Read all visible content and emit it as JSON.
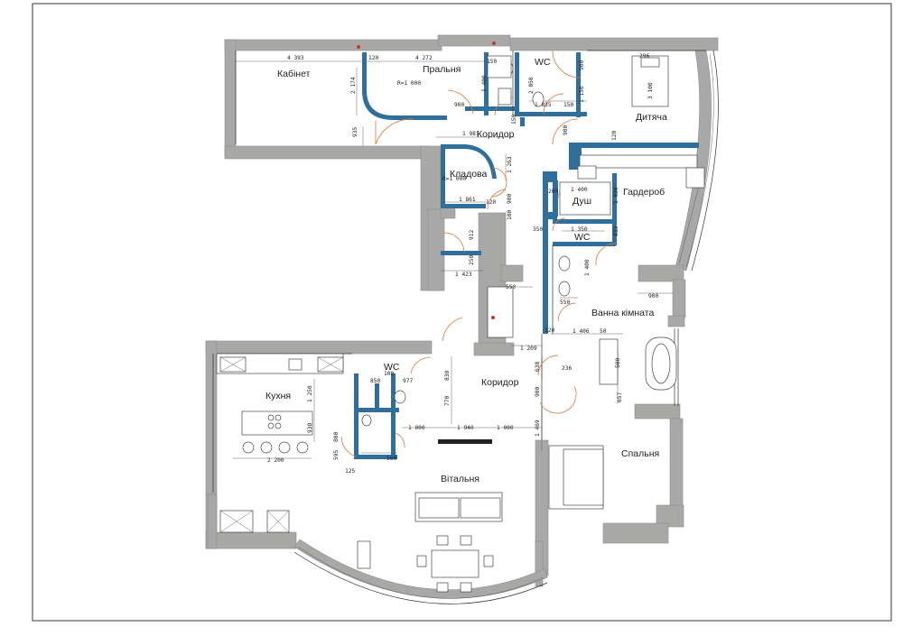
{
  "rooms": {
    "kabinet": "Кабінет",
    "pralnia": "Пральня",
    "wc1": "WC",
    "dytiacha": "Дитяча",
    "korydor1": "Коридор",
    "kladova": "Кладова",
    "garderob": "Гардероб",
    "dush": "Душ",
    "wc2": "WC",
    "vanna": "Ванна кімната",
    "wc3": "WC",
    "kukhnia": "Кухня",
    "korydor2": "Коридор",
    "spalnia": "Спальня",
    "vitalnia": "Вітальня"
  },
  "dims": {
    "d4393": "4 393",
    "d120a": "120",
    "d4272": "4 272",
    "d150a": "150",
    "d296": "296",
    "d900a": "900",
    "d2174": "2 174",
    "dR1000a": "R=1 000",
    "d935": "935",
    "d900b": "900",
    "d1400a": "1 400",
    "d2050": "2 050",
    "d1835": "1 835",
    "d150b": "150",
    "d150c": "150",
    "d1150": "1 150",
    "d900c": "900",
    "d3100": "3 100",
    "d1981": "1 981",
    "d120b": "120",
    "d1263": "1 263",
    "dR1000b": "R=1 000",
    "d200": "200",
    "d1400b": "1 400",
    "d1030": "1 030",
    "d1861": "1 861",
    "d120c": "120",
    "d900d": "900",
    "d100a": "100",
    "d350a": "350",
    "d1350": "1 350",
    "d833": "833",
    "d912": "912",
    "d250": "250",
    "d1400c": "1 400",
    "d1423": "1 423",
    "d550a": "550",
    "d550b": "550",
    "d900e": "900",
    "d120d": "120",
    "d1406": "1 406",
    "d50": "50",
    "d1209": "1 209",
    "d850": "850",
    "d100b": "100",
    "d977": "977",
    "d830": "830",
    "d638": "638",
    "d236": "236",
    "d1250": "1 250",
    "d770": "770",
    "d900f": "900",
    "d657": "657",
    "d500": "500",
    "d1000a": "1 000",
    "d1940": "1 940",
    "d1000b": "1 000",
    "d1469": "1 469",
    "d930": "930",
    "d800": "800",
    "d560": "560",
    "d2200": "2 200",
    "d125": "125",
    "d595": "595"
  }
}
